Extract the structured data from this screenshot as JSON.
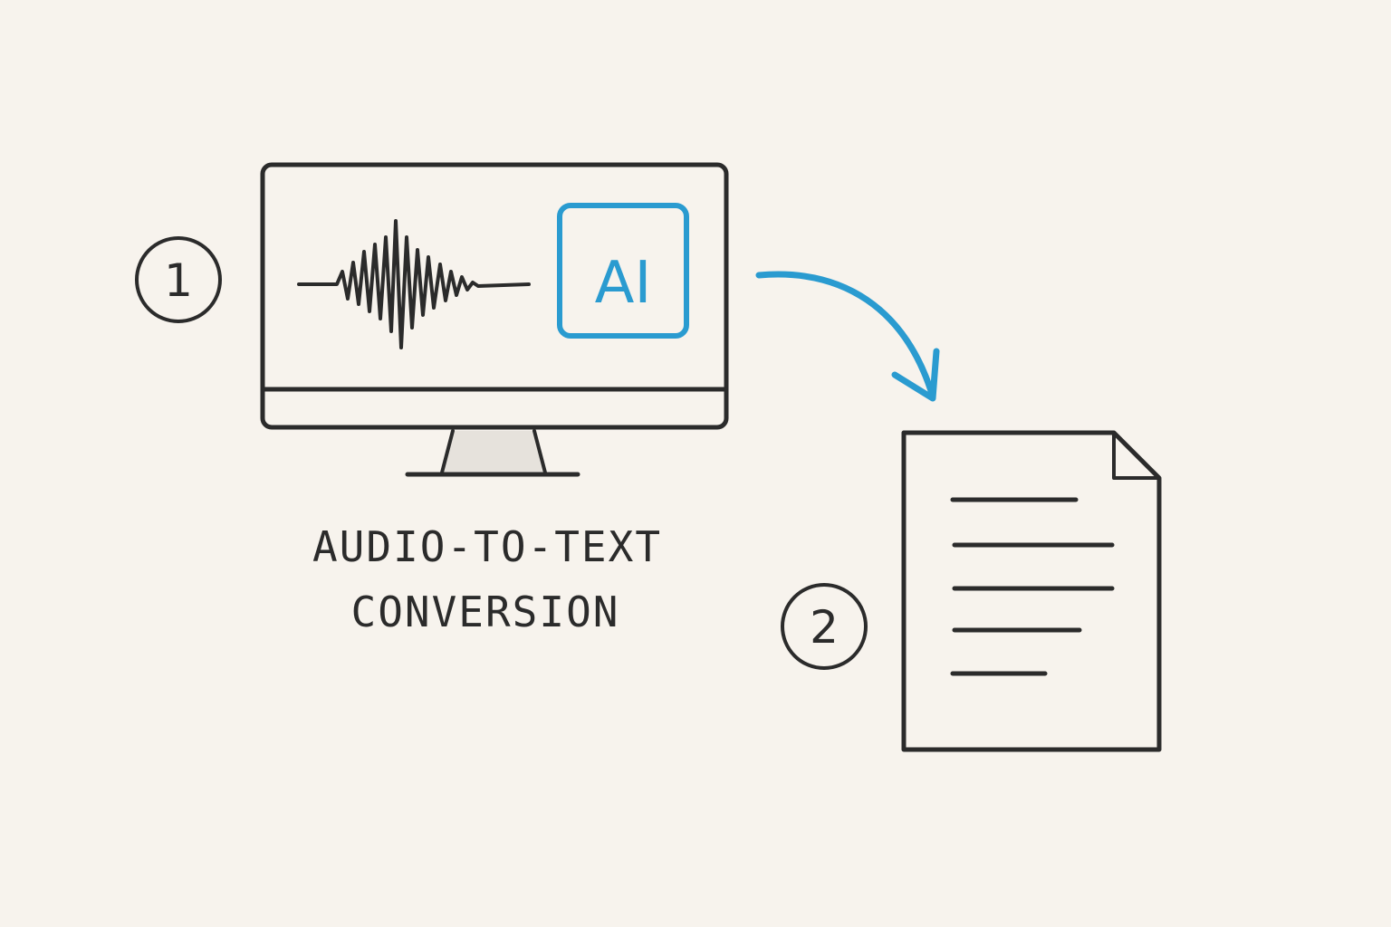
{
  "colors": {
    "background": "#f7f3ed",
    "ink": "#2b2b2b",
    "accent": "#2a9bd0"
  },
  "steps": [
    {
      "number": "1"
    },
    {
      "number": "2"
    }
  ],
  "monitor": {
    "badge_label": "AI"
  },
  "caption": {
    "line1": "AUDIO-TO-TEXT",
    "line2": "CONVERSION"
  },
  "icons": {
    "monitor": "monitor-icon",
    "waveform": "audio-waveform-icon",
    "ai_badge": "ai-chip-icon",
    "arrow": "curved-arrow-icon",
    "document": "text-document-icon"
  }
}
